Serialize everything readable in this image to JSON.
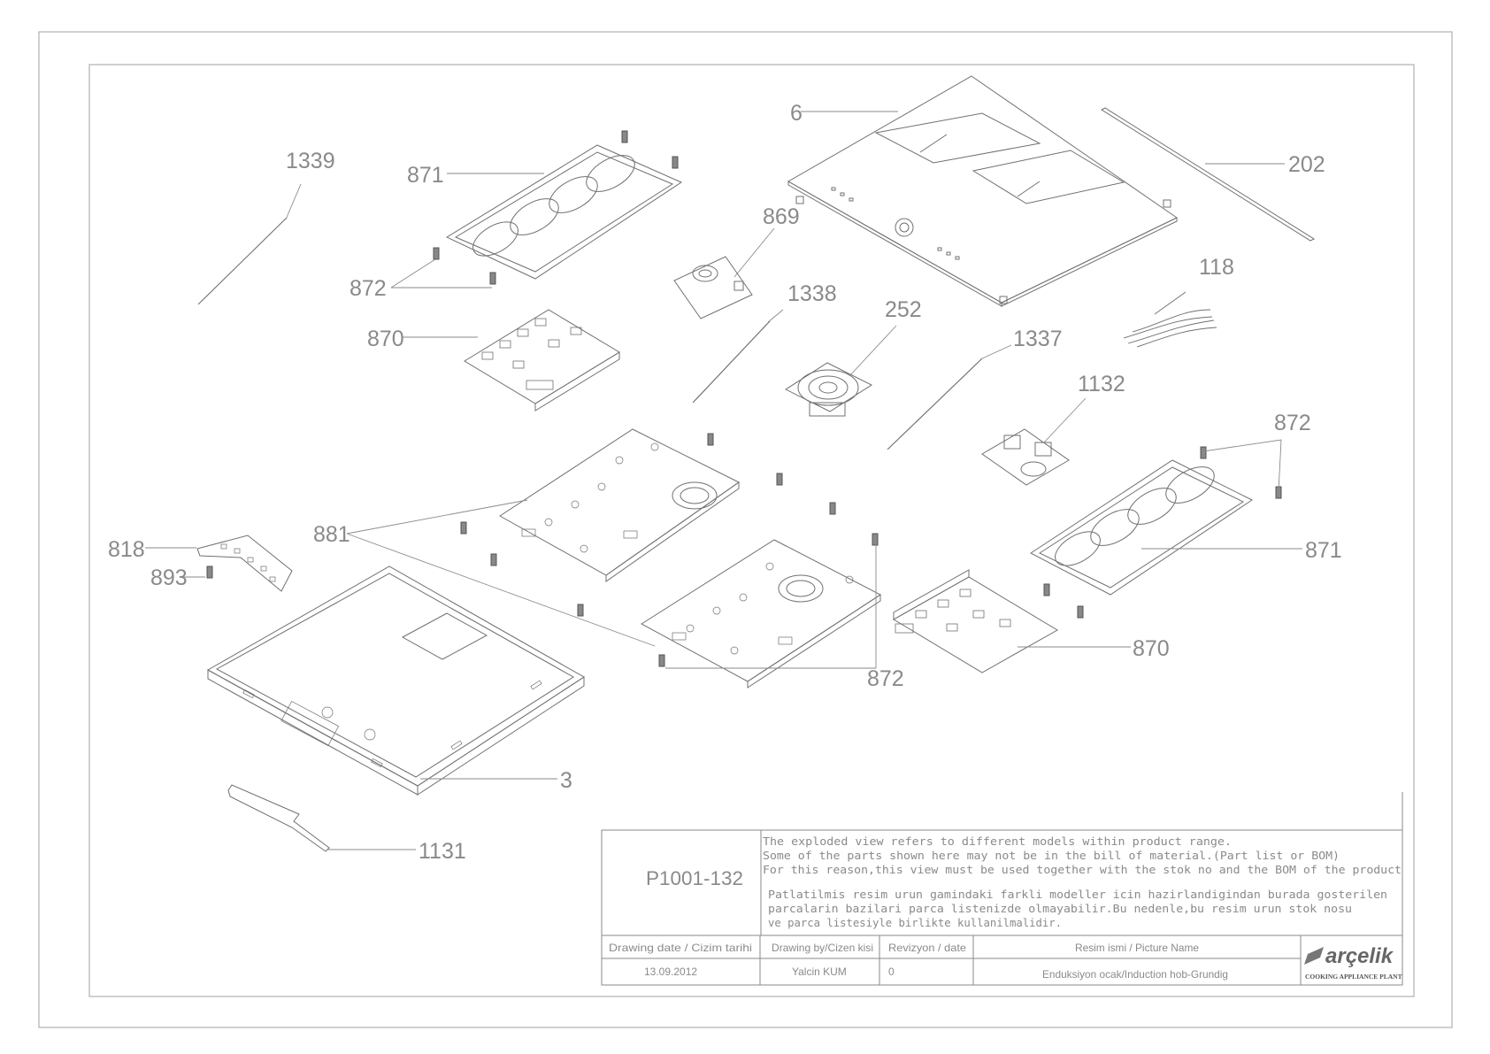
{
  "drawing": {
    "labels": {
      "l6": "6",
      "l202": "202",
      "l1339": "1339",
      "l871a": "871",
      "l872a": "872",
      "l869": "869",
      "l870a": "870",
      "l1338": "1338",
      "l252": "252",
      "l1337": "1337",
      "l118": "118",
      "l1132": "1132",
      "l872b": "872",
      "l871b": "871",
      "l818": "818",
      "l893": "893",
      "l881": "881",
      "l870b": "870",
      "l872c": "872",
      "l3": "3",
      "l1131": "1131"
    }
  },
  "title_block": {
    "code": "P1001-132",
    "note_en": [
      "The exploded view refers to different models within product range.",
      "Some of the parts shown here may not be in the bill of material.(Part list or BOM)",
      "For this reason,this view must be used together with the stok no and the BOM of the product"
    ],
    "note_tr": [
      "Patlatilmis resim urun gamindaki farkli modeller icin hazirlandigindan burada gosterilen",
      "parcalarin bazilari parca listenizde olmayabilir.Bu nedenle,bu resim urun stok nosu",
      "ve parca listesiyle birlikte kullanilmalidir."
    ],
    "headers": {
      "drawing_date": "Drawing date / Cizim tarihi",
      "drawing_by": "Drawing by/Cizen kisi",
      "revision": "Revizyon / date",
      "picture_name": "Resim ismi / Picture Name"
    },
    "values": {
      "drawing_date": "13.09.2012",
      "drawing_by": "Yalcin KUM",
      "revision": "0",
      "picture_name": "Enduksiyon ocak/Induction hob-Grundig"
    },
    "brand": "arçelik",
    "plant": "COOKING APPLIANCE PLANT"
  },
  "colors": {
    "line": "#707070",
    "text": "#8a8a8a",
    "frame": "#b0b0b0"
  }
}
